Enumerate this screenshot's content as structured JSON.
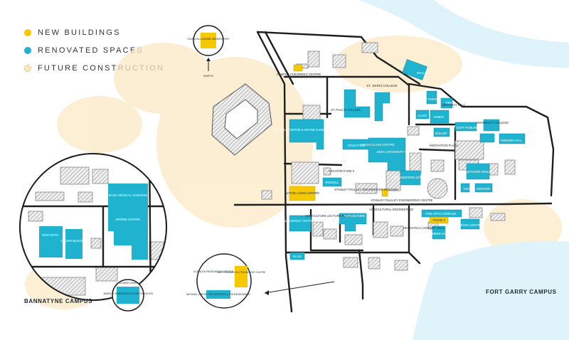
{
  "legend": [
    {
      "label": "NEW BUILDINGS",
      "color": "#f6c800"
    },
    {
      "label": "RENOVATED SPACES",
      "color": "#1fb3cf"
    },
    {
      "label": "FUTURE CONSTRUCTION",
      "color": "#fbe9c4"
    }
  ],
  "colors": {
    "new": "#f6c800",
    "renovated": "#1fb3cf",
    "existing": "#d6d6d6",
    "road": "#1e1e1e",
    "water": "#dff3fb",
    "future": "#fbe9c4"
  },
  "campuses": {
    "bannatyne": "BANNATYNE CAMPUS",
    "fort_garry": "FORT GARRY CAMPUS"
  },
  "north": {
    "label": "NORTH",
    "inset": "CHURCHILL MARINE OBSERVATORY"
  },
  "downtown": {
    "label": "DOWNTOWN",
    "inset": "JAMES W. BURNS EXECUTIVE EDUCATION"
  },
  "glenlea": {
    "station": "GLENLEA RESEARCH STATION",
    "new": "DAIRY RESEARCH & TECHNOLOGY CENTRE",
    "reno": "NATIONAL CENTRE FOR LIVESTOCK & THE ENVIRONMENT"
  },
  "bannatyne_buildings": {
    "basic_medical": "BASIC MEDICAL SCIENCES",
    "brodie": "BRODIE CENTRE",
    "dentistry": "DENTISTRY",
    "chown": "CHOWN BUILDING"
  },
  "buildings": {
    "campus_childrens": "CAMPUS CHILDREN'S CENTRE",
    "wallace": "WALLACE",
    "st_johns": "ST. JOHN'S COLLEGE",
    "st_pauls": "ST. PAUL'S COLLEGE",
    "parker": "PARKER",
    "machray": "MACHRAY HALL",
    "allen": "ALLEN",
    "armes": "ARMES",
    "buller": "BULLER",
    "tier": "TIER",
    "duff_roblin": "DUFF ROBLIN",
    "robson": "ROBSON HALL",
    "university_college": "UNIVERSITY COLLEGE",
    "max_bell": "MAX BELL CENTRE & WAYNE FLEMING ARENA",
    "education": "EDUCATION",
    "helen_glass": "HELEN GLASS CENTRE",
    "umsu": "UMSU UNIVERSITY CENTRE",
    "innovation_plaza": "INNOVATION PLAZA",
    "fletcher": "FLETCHER ARGUE",
    "architecture": "ARCHITECTURE II",
    "russell": "RUSSELL",
    "engineering": "ENGINEERING (EITC 2)",
    "active_living": "ACTIVE LIVING CENTRE",
    "stanley_building": "STANLEY PAULLEY ENGINEERING BUILDING",
    "stanley_centre": "STANLEY PAULLEY ENGINEERING CENTRE",
    "tache": "TACHE",
    "isbister": "ISBISTER",
    "animal_science": "ANIMAL SCIENCE / ENTOMOLOGY",
    "ag_lecture": "AGRICULTURE LECTURE BLOCK",
    "agriculture": "AGRICULTURE",
    "ag_engineering": "AGRICULTURAL ENGINEERING",
    "fine_arts": "FINE ARTS COMPLEX",
    "tache2": "TACHE 2",
    "desautels": "DESAUTELS CONCERT HALL",
    "pembina": "PEMBINA HALL",
    "drake": "DRAKE CENTRE",
    "ellis": "ELLIS"
  }
}
